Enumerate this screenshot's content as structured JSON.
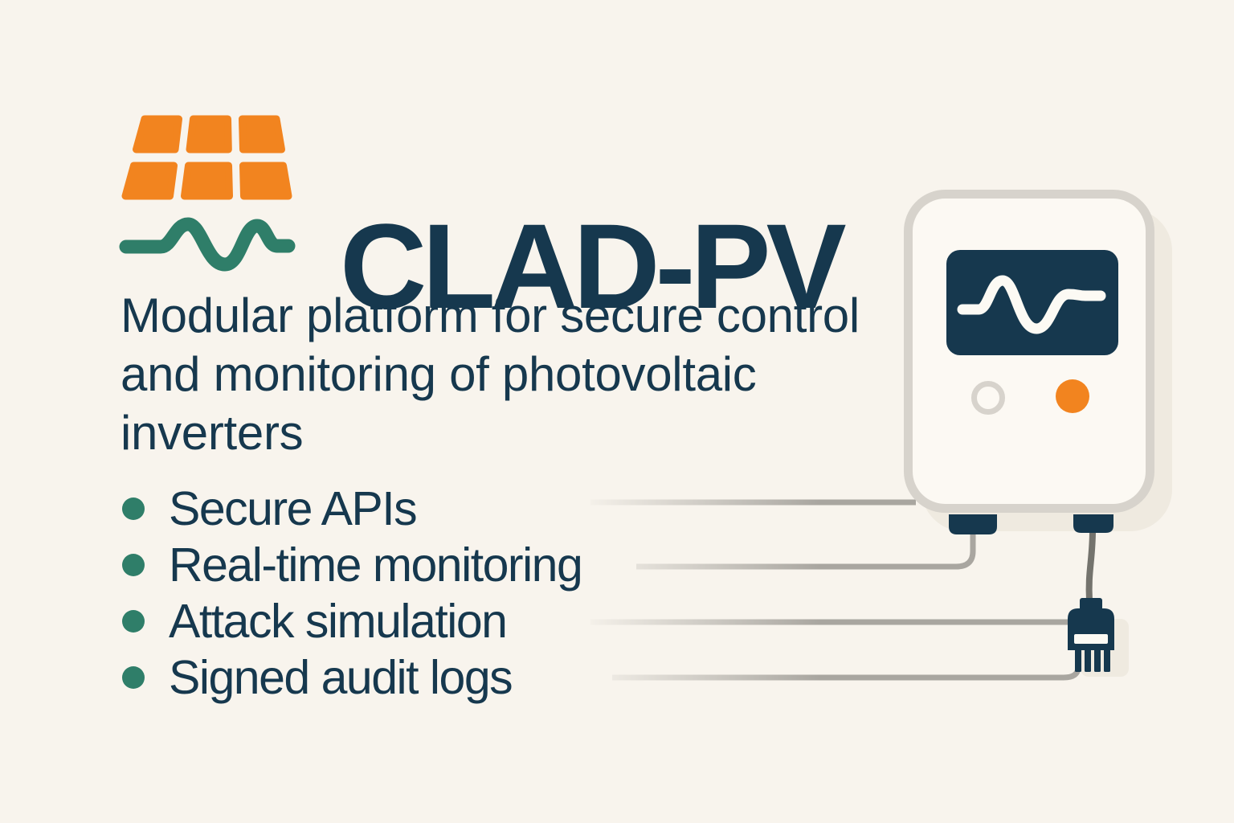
{
  "brand": {
    "title": "CLAD-PV",
    "subtitle_lines": [
      "Modular platform for secure control",
      "and monitoring of photovoltaic",
      "inverters"
    ]
  },
  "features": [
    "Secure APIs",
    "Real-time monitoring",
    "Attack simulation",
    "Signed audit logs"
  ],
  "icons": {
    "logo": "solar-panel-with-sine-wave",
    "bullet": "teal-dot",
    "device": "pv-inverter-unit",
    "screen": "sine-wave-display",
    "indicator": "round-outline-button",
    "led": "orange-status-led",
    "plug": "four-prong-power-plug"
  },
  "theme": {
    "background": "#F8F4ED",
    "navy": "#16384E",
    "orange": "#F2841F",
    "teal": "#2F7E69",
    "line_gray": "#A9A6A0",
    "cable_gray": "#74736D",
    "device_fill": "#FCF9F3",
    "device_border": "#D7D3CC",
    "shadow": "#EFEAE0",
    "screen_wave": "#FCFAF4"
  }
}
